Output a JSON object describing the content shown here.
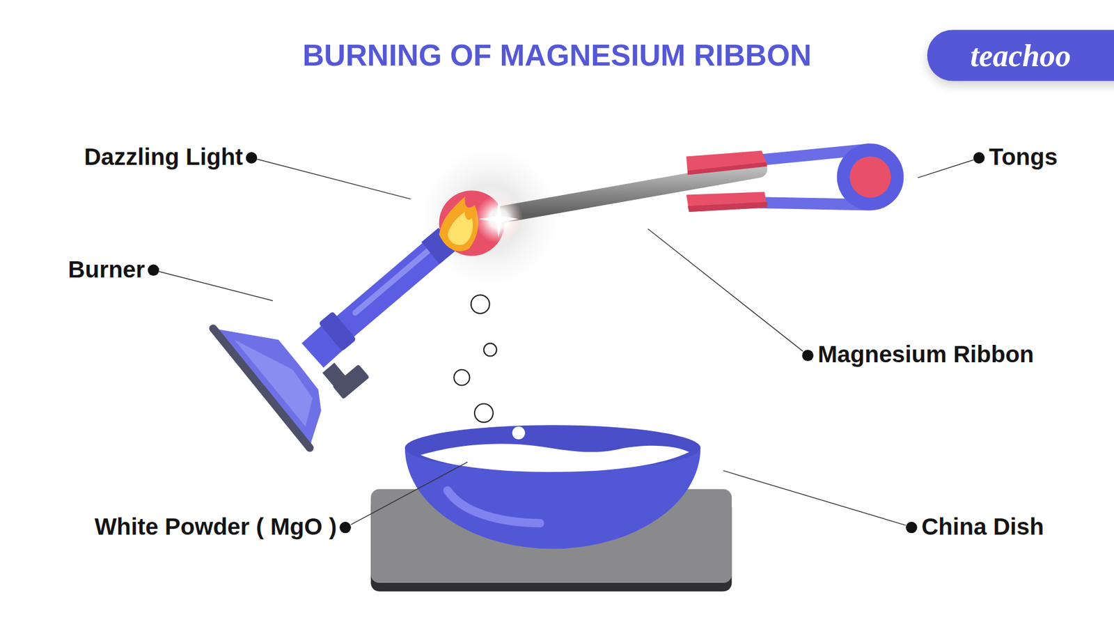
{
  "diagram": {
    "title": "BURNING OF MAGNESIUM RIBBON",
    "nodes": [
      {
        "text": [
          "teachoo"
        ]
      }
    ],
    "labels": [
      "Dazzling Light",
      "Burner",
      "White Powder ( MgO )",
      "Tongs",
      "Magnesium Ribbon",
      "China Dish"
    ]
  }
}
